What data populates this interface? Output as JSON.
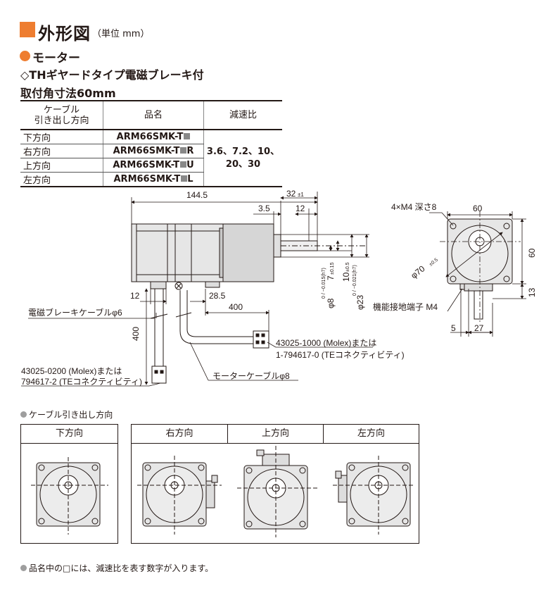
{
  "header": {
    "title": "外形図",
    "unit": "（単位 mm）"
  },
  "motor": {
    "heading": "モーター",
    "type_line": "◇THギヤードタイプ電磁ブレーキ付",
    "size_line": "取付角寸法60mm"
  },
  "table": {
    "headers": {
      "direction": "ケーブル\n引き出し方向",
      "model": "品名",
      "ratio": "減速比"
    },
    "rows": [
      {
        "direction": "下方向",
        "model_prefix": "ARM66SMK-T",
        "model_suffix": ""
      },
      {
        "direction": "右方向",
        "model_prefix": "ARM66SMK-T",
        "model_suffix": "R"
      },
      {
        "direction": "上方向",
        "model_prefix": "ARM66SMK-T",
        "model_suffix": "U"
      },
      {
        "direction": "左方向",
        "model_prefix": "ARM66SMK-T",
        "model_suffix": "L"
      }
    ],
    "ratio_line1": "3.6、7.2、10、",
    "ratio_line2": "20、30"
  },
  "drawing": {
    "dim_total": "144.5",
    "dim_32": "32",
    "dim_32_tol": "±1",
    "dim_3_5": "3.5",
    "dim_12_top": "12",
    "dim_12_bottom": "12",
    "dim_28_5": "28.5",
    "dim_400_h": "400",
    "dim_400_v": "400",
    "dim_7": "7",
    "dim_7_tol": "±0.15",
    "dim_phi8": "φ8",
    "dim_phi8_tol": "0 / −0.015(h7)",
    "dim_10": "10",
    "dim_10_tol": "±0.5",
    "dim_phi23": "φ23",
    "dim_phi23_tol": "0 / −0.021(h7)",
    "label_brake_cable": "電磁ブレーキケーブルφ6",
    "label_conn_brake_1": "43025-0200 (Molex)または",
    "label_conn_brake_2": "794617-2 (TEコネクティビティ)",
    "label_conn_motor_1": "43025-1000 (Molex)または",
    "label_conn_motor_2": "1-794617-0 (TEコネクティビティ)",
    "label_motor_cable": "モーターケーブルφ8",
    "front_m4": "4×M4 深さ8",
    "front_60_w": "60",
    "front_60_h": "60",
    "front_phi70": "φ70",
    "front_phi70_tol": "±0.5",
    "front_13": "13",
    "front_5": "5",
    "front_27": "27",
    "front_ground": "機能接地端子 M4"
  },
  "directions": {
    "label": "ケーブル引き出し方向",
    "down": "下方向",
    "right": "右方向",
    "up": "上方向",
    "left": "左方向"
  },
  "footnote": "品名中の□には、減速比を表す数字が入ります。",
  "colors": {
    "accent": "#ee7d30",
    "square_grey": "#888888",
    "motor_fill": "#e8e8e8"
  }
}
